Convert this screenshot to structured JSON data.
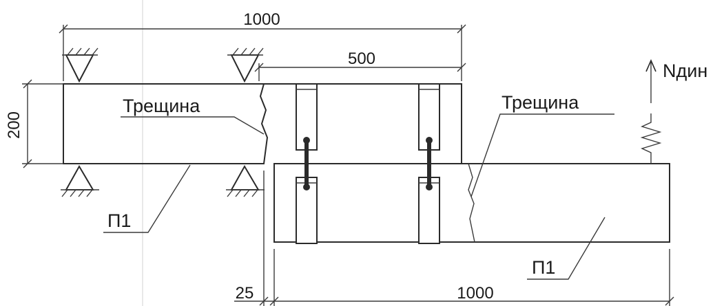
{
  "dimensions": {
    "top_overall": "1000",
    "top_overlap": "500",
    "height": "200",
    "gap": "25",
    "bottom_overall": "1000"
  },
  "labels": {
    "crack_left": "Трещина",
    "crack_right": "Трещина",
    "beam_top": "П1",
    "beam_bottom": "П1",
    "load": "Nдин"
  },
  "colors": {
    "line": "#2a2a2a",
    "background": "#ffffff"
  }
}
